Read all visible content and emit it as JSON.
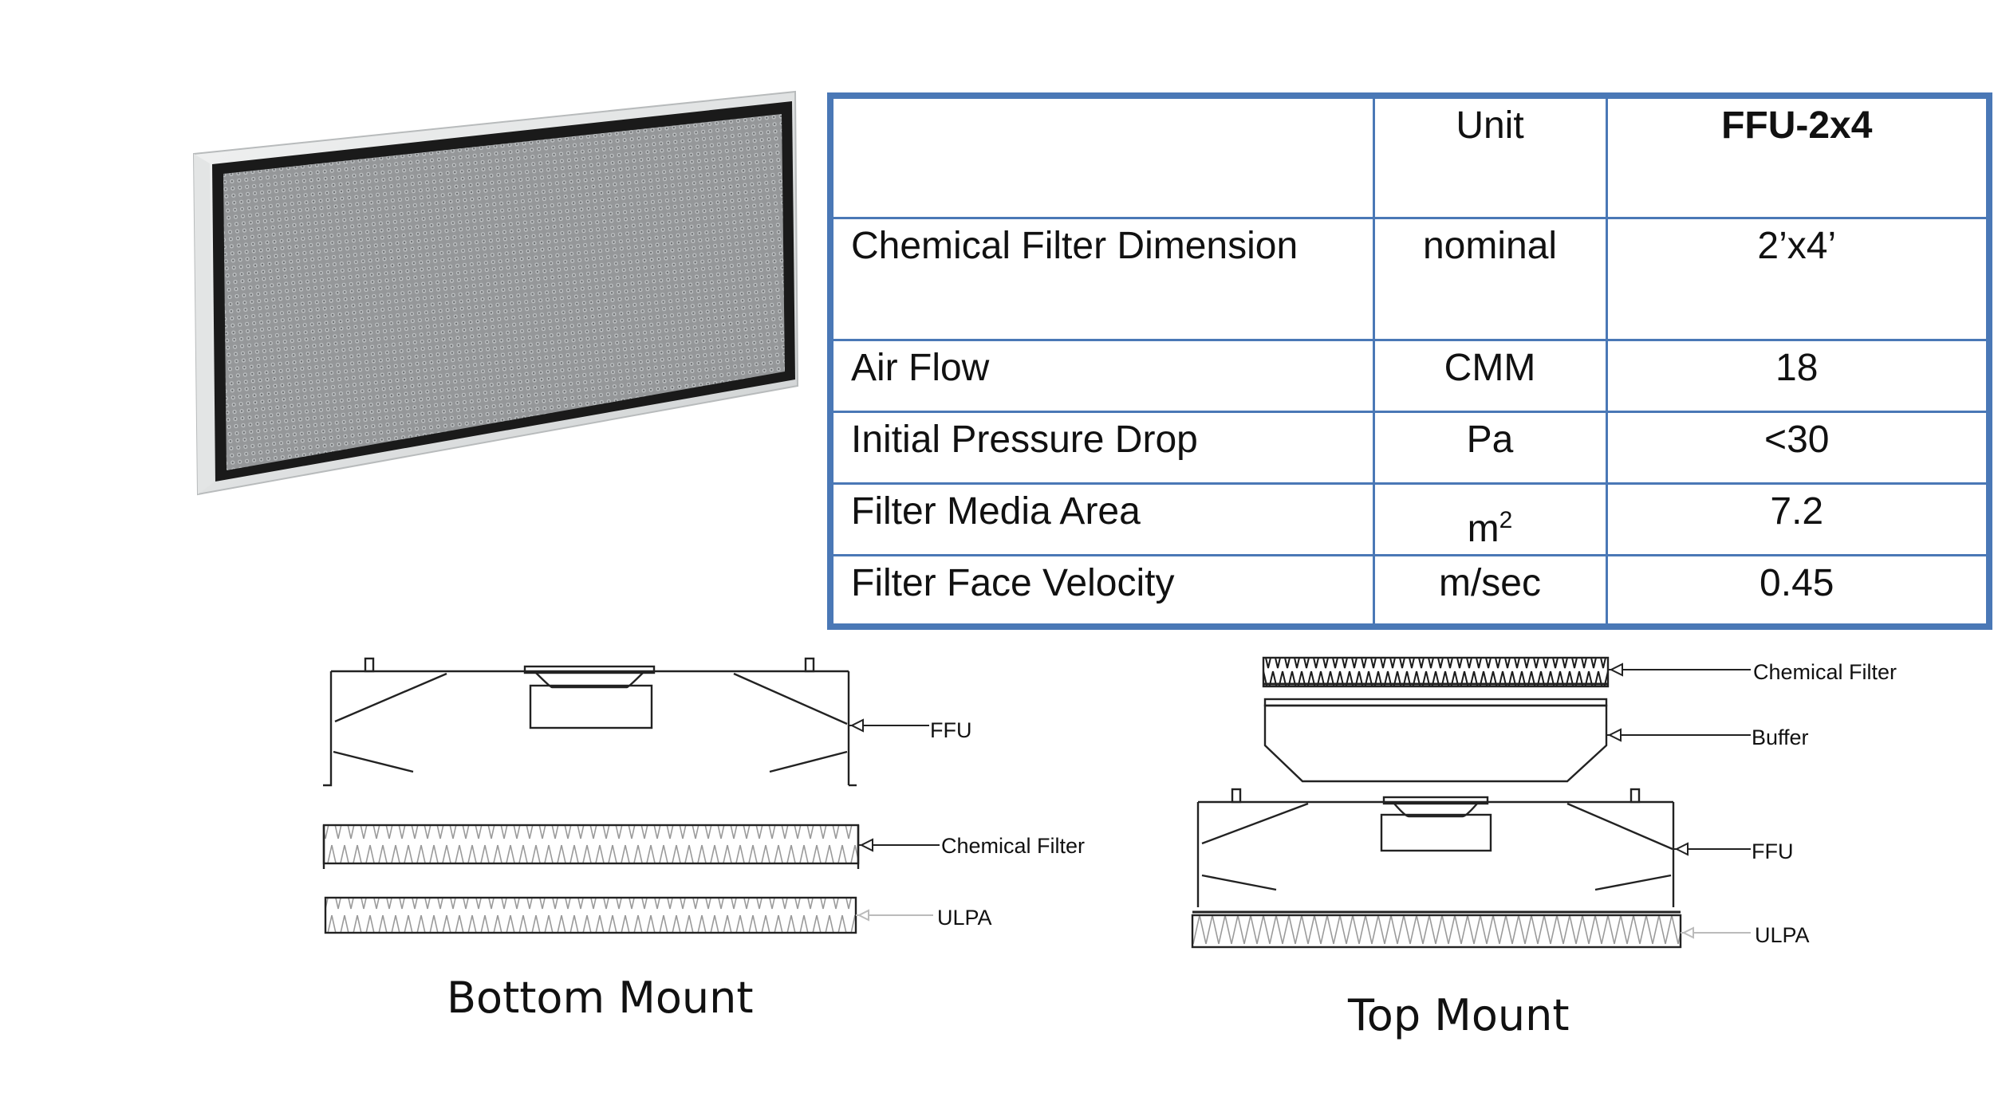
{
  "spec_table": {
    "header": {
      "parameter": "",
      "unit": "Unit",
      "model": "FFU-2x4"
    },
    "rows": [
      {
        "parameter": "Chemical Filter Dimension",
        "unit": "nominal",
        "value": "2’x4’"
      },
      {
        "parameter": "Air Flow",
        "unit": "CMM",
        "value": "18"
      },
      {
        "parameter": "Initial Pressure Drop",
        "unit": "Pa",
        "value": "<30"
      },
      {
        "parameter": "Filter Media Area",
        "unit": "m",
        "unit_superscript": "2",
        "value": "7.2"
      },
      {
        "parameter": "Filter Face Velocity",
        "unit": "m/sec",
        "value": "0.45"
      }
    ],
    "border_color": "#4a78b6"
  },
  "bottom_mount": {
    "caption": "Bottom Mount",
    "labels": {
      "ffu": "FFU",
      "chemical_filter": "Chemical Filter",
      "ulpa": "ULPA"
    }
  },
  "top_mount": {
    "caption": "Top Mount",
    "labels": {
      "chemical_filter": "Chemical Filter",
      "buffer": "Buffer",
      "ffu": "FFU",
      "ulpa": "ULPA"
    }
  },
  "colors": {
    "line": "#222222",
    "filter_frame": "#d9dcdc",
    "filter_border": "#1a1a1a",
    "filter_media": "#8a8d8f"
  }
}
